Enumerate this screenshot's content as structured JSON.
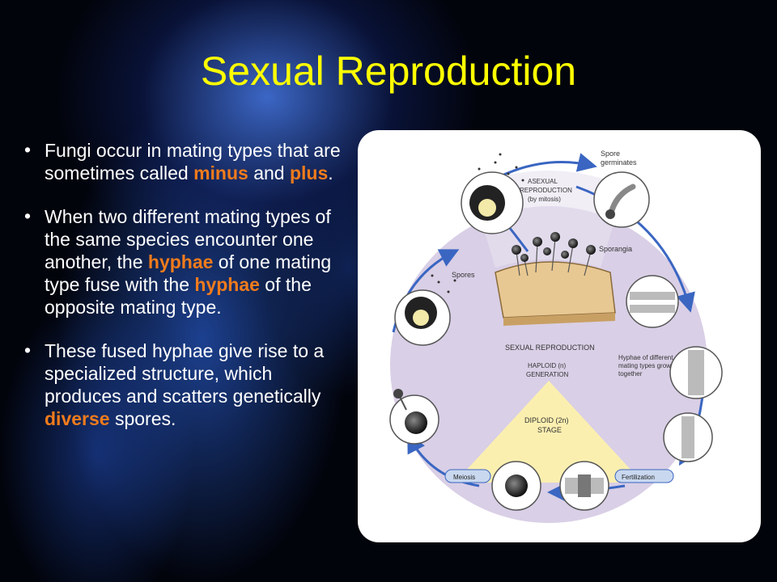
{
  "slide": {
    "title": "Sexual Reproduction",
    "bullet_glyph": "•",
    "bullets": [
      {
        "parts": [
          {
            "text": "Fungi occur in mating types that are sometimes called ",
            "emphasis": false
          },
          {
            "text": "minus",
            "emphasis": true
          },
          {
            "text": " and ",
            "emphasis": false
          },
          {
            "text": "plus",
            "emphasis": true
          },
          {
            "text": ".",
            "emphasis": false
          }
        ]
      },
      {
        "parts": [
          {
            "text": "When two different mating types of the same species encounter one another, the ",
            "emphasis": false
          },
          {
            "text": "hyphae",
            "emphasis": true
          },
          {
            "text": " of one mating type fuse with the ",
            "emphasis": false
          },
          {
            "text": "hyphae",
            "emphasis": true
          },
          {
            "text": " of the opposite mating type.",
            "emphasis": false
          }
        ]
      },
      {
        "parts": [
          {
            "text": "These fused hyphae give rise to a specialized structure, which produces and scatters genetically ",
            "emphasis": false
          },
          {
            "text": "diverse",
            "emphasis": true
          },
          {
            "text": " spores.",
            "emphasis": false
          }
        ]
      }
    ]
  },
  "diagram": {
    "labels": {
      "spore_germinates_1": "Spore",
      "spore_germinates_2": "germinates",
      "asexual_1": "ASEXUAL",
      "asexual_2": "REPRODUCTION",
      "asexual_3": "(by mitosis)",
      "sporangia": "Sporangia",
      "spores": "Spores",
      "sexual": "SEXUAL REPRODUCTION",
      "haploid_1": "HAPLOID (n)",
      "haploid_2": "GENERATION",
      "hyphae_1": "Hyphae of different",
      "hyphae_2": "mating types grow",
      "hyphae_3": "together",
      "diploid_1": "DIPLOID (2n)",
      "diploid_2": "STAGE",
      "meiosis": "Meiosis",
      "fertilization": "Fertilization"
    },
    "colors": {
      "highlight": "#f07b1c",
      "title": "#ffff00",
      "haploid_region": "#d9cfe6",
      "diploid_region": "#fbefb0",
      "arrow": "#3a66c2"
    }
  }
}
